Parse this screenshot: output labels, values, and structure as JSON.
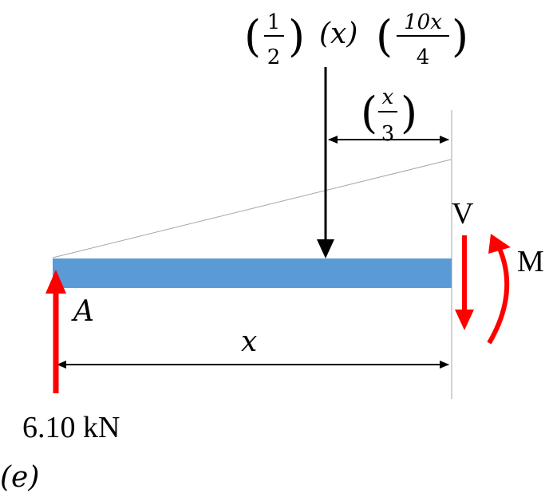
{
  "colors": {
    "beam_fill": "#5b9bd5",
    "force_red": "#ff0000",
    "black": "#000000",
    "guide_gray": "#a6a6a6"
  },
  "load_expression": {
    "frac1_num": "1",
    "frac1_den": "2",
    "factor_x": "(x)",
    "frac2_num": "10x",
    "frac2_den": "4"
  },
  "lever_arm": {
    "num": "x",
    "den": "3"
  },
  "labels": {
    "support_a": "A",
    "shear": "V",
    "moment": "M",
    "length": "x",
    "reaction": "6.10 kN",
    "panel": "(e)"
  }
}
